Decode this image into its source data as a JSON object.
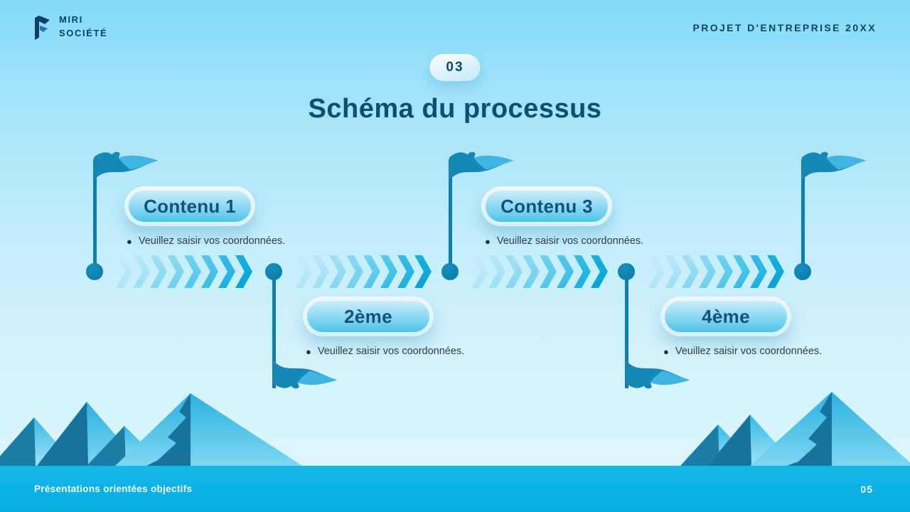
{
  "brand": {
    "name_line1": "MIRI",
    "name_line2": "SOCIÉTÉ"
  },
  "header": {
    "project_label": "PROJET D'ENTREPRISE 20XX"
  },
  "slide": {
    "number_badge": "03",
    "title": "Schéma du processus"
  },
  "process": {
    "milestone_count": 5,
    "bullet_glyph": "●",
    "steps": [
      {
        "label": "Contenu 1",
        "description": "Veuillez saisir vos coordonnées.",
        "placement": "above"
      },
      {
        "label": "2ème",
        "description": "Veuillez saisir vos coordonnées.",
        "placement": "below"
      },
      {
        "label": "Contenu 3",
        "description": "Veuillez saisir vos coordonnées.",
        "placement": "above"
      },
      {
        "label": "4ème",
        "description": "Veuillez saisir vos coordonnées.",
        "placement": "below"
      }
    ]
  },
  "footer": {
    "tagline": "Présentations orientées objectifs",
    "page_number": "05"
  },
  "colors": {
    "background_top": "#83dbf8",
    "background_bottom": "#def7fd",
    "footer_bar": "#08b2e4",
    "title_navy": "#0d4e71",
    "pill_text_navy": "#174f80",
    "milestone_teal": "#0b76a4",
    "flag_dark": "#1688b6",
    "flag_light": "#3fb6e2",
    "mountain_light": "#3ebfe7",
    "mountain_dark": "#16749c",
    "chevron_shades": [
      "#b7e7f6",
      "#a5e1f4",
      "#8ed9f2",
      "#77d1ef",
      "#5cc8ec",
      "#41bfe9",
      "#25b4e4",
      "#10aadd"
    ]
  }
}
